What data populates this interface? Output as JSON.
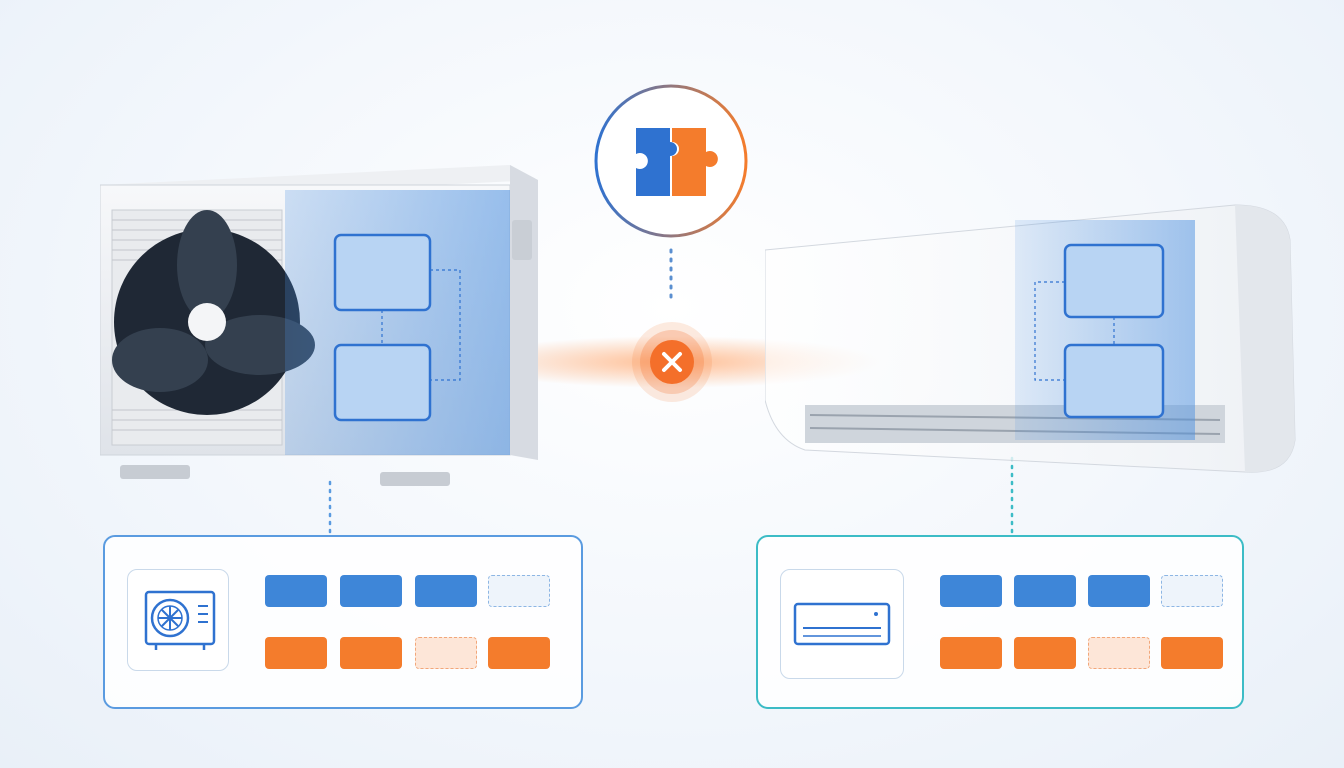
{
  "colors": {
    "blue_accent": "#3e86d8",
    "orange_accent": "#f47c2c",
    "teal_accent": "#3cbcc6",
    "connector_orange": "#f46f2a"
  },
  "icons": {
    "puzzle": "puzzle-icon",
    "disconnect": "close-icon",
    "outdoor_unit": "outdoor-ac-unit-icon",
    "indoor_unit": "indoor-ac-unit-icon"
  },
  "left_panel": {
    "row1": [
      "filled",
      "filled",
      "filled",
      "empty"
    ],
    "row2": [
      "filled",
      "filled",
      "empty",
      "filled"
    ]
  },
  "right_panel": {
    "row1": [
      "filled",
      "filled",
      "filled",
      "empty"
    ],
    "row2": [
      "filled",
      "filled",
      "empty",
      "filled"
    ]
  }
}
